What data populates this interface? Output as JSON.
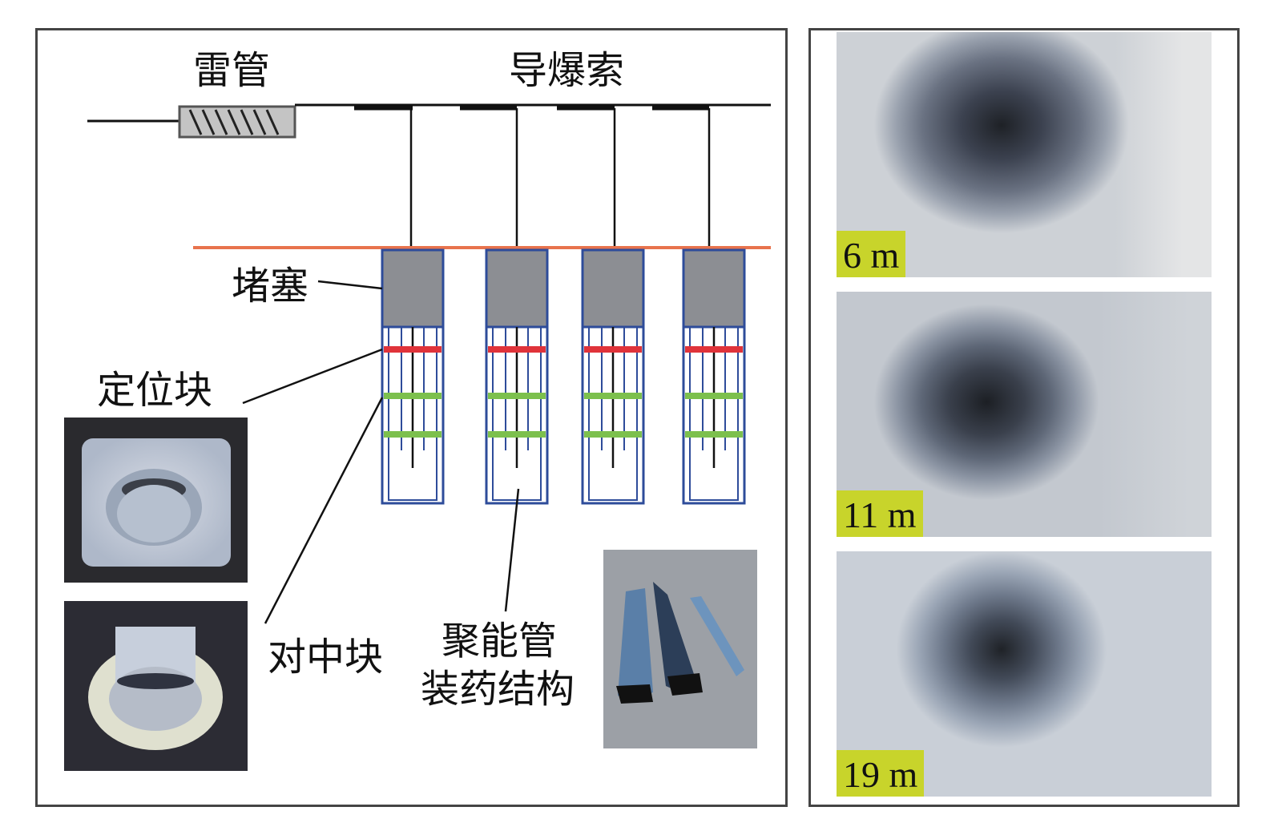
{
  "diagram": {
    "labels": {
      "detonator": "雷管",
      "detonating_cord": "导爆索",
      "stemming": "堵塞",
      "positioning_block": "定位块",
      "centering_block": "对中块",
      "charge_structure_line1": "聚能管",
      "charge_structure_line2": "装药结构"
    },
    "colors": {
      "borehole_outline": "#2e4c9a",
      "stemming_fill": "#8c8e93",
      "positioning_band": "#e0333a",
      "centering_band": "#7cc04d",
      "surface_line": "#e8734d",
      "detonator_fill": "#c4c4c4"
    },
    "borehole_count": 4
  },
  "photos": [
    {
      "depth_label": "6 m"
    },
    {
      "depth_label": "11 m"
    },
    {
      "depth_label": "19 m"
    }
  ]
}
